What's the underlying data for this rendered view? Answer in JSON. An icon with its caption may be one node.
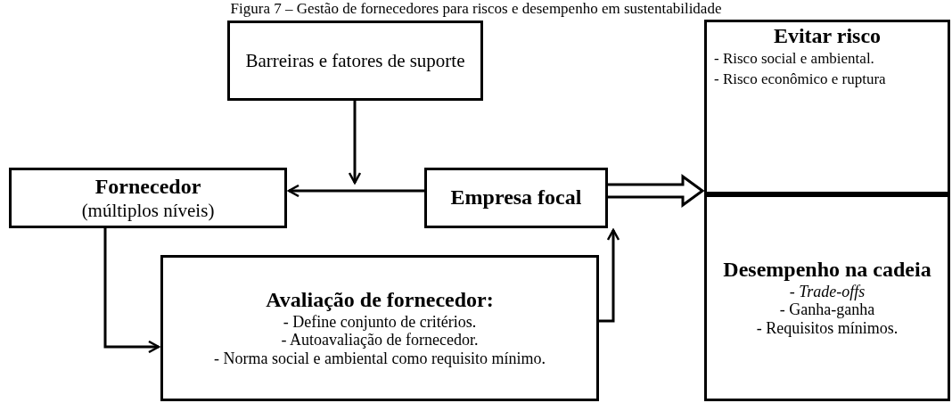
{
  "diagram": {
    "title": "Figura 7 – Gestão de fornecedores para riscos e desempenho em sustentabilidade",
    "nodes": [
      {
        "text": [
          "Barreiras e fatores de suporte"
        ]
      },
      {
        "text": [
          "Fornecedor",
          "(múltiplos níveis)"
        ]
      },
      {
        "text": [
          "Empresa focal"
        ]
      },
      {
        "text": [
          "Evitar risco",
          "- Risco social e ambiental.",
          "- Risco econômico e ruptura"
        ]
      },
      {
        "text": [
          "Desempenho na cadeia",
          "- *Trade-offs*",
          "- Ganha-ganha",
          "- Requisitos mínimos."
        ]
      },
      {
        "text": [
          "Avaliação de fornecedor:",
          "- Define conjunto de critérios.",
          "- Autoavaliação de fornecedor.",
          "- Norma social e ambiental como requisito mínimo."
        ]
      }
    ],
    "edges": [
      {
        "from": 0,
        "to": null,
        "arrow": "to"
      },
      {
        "from": 2,
        "to": 1,
        "arrow": "to"
      },
      {
        "from": 2,
        "to": 3,
        "arrow": "to",
        "style": "thick"
      },
      {
        "from": 2,
        "to": 4,
        "arrow": "to",
        "style": "thick"
      },
      {
        "from": 1,
        "to": 5,
        "arrow": "to"
      },
      {
        "from": 5,
        "to": 2,
        "arrow": "to"
      }
    ]
  }
}
